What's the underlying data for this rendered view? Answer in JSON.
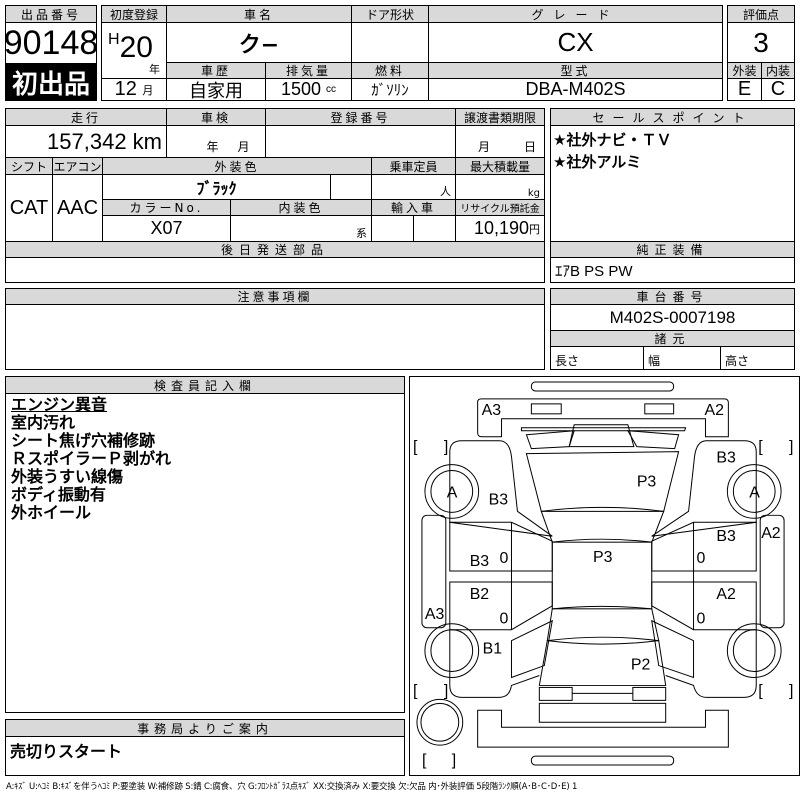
{
  "lot": {
    "label": "出品番号",
    "number": "90148",
    "badge": "初出品"
  },
  "reg": {
    "label": "初度登録",
    "era": "H",
    "year": "20",
    "year_unit": "年",
    "month": "12",
    "month_unit": "月"
  },
  "car_name": {
    "label": "車名",
    "value": "ク−"
  },
  "door": {
    "label": "ドア形状",
    "value": ""
  },
  "grade": {
    "label": "グレード",
    "value": "CX"
  },
  "history": {
    "label": "車歴",
    "value": "自家用"
  },
  "displacement": {
    "label": "排気量",
    "value": "1500",
    "unit": "cc"
  },
  "fuel": {
    "label": "燃料",
    "value": "ｶﾞｿﾘﾝ"
  },
  "model": {
    "label": "型式",
    "value": "DBA-M402S"
  },
  "score": {
    "label": "評価点",
    "value": "3",
    "ext_label": "外装",
    "int_label": "内装",
    "ext": "E",
    "int": "C"
  },
  "mileage": {
    "label": "走行",
    "value": "157,342 km"
  },
  "inspection": {
    "label": "車検",
    "year_unit": "年",
    "month_unit": "月"
  },
  "plate": {
    "label": "登録番号"
  },
  "transfer": {
    "label": "譲渡書類期限",
    "month_unit": "月",
    "day_unit": "日"
  },
  "shift": {
    "label": "シフト",
    "value": "CAT"
  },
  "ac": {
    "label": "エアコン",
    "value": "AAC"
  },
  "ext_color": {
    "label": "外装色",
    "value": "ﾌﾞﾗｯｸ"
  },
  "capacity": {
    "label": "乗車定員",
    "unit": "人"
  },
  "load": {
    "label": "最大積載量",
    "unit": "kg"
  },
  "color_no": {
    "label": "カラーNo.",
    "value": "X07"
  },
  "int_color": {
    "label": "内装色",
    "unit": "系"
  },
  "import": {
    "label": "輸入車"
  },
  "recycle": {
    "label": "リサイクル預託金",
    "value": "10,190",
    "unit": "円"
  },
  "later_parts": {
    "label": "後日発送部品"
  },
  "sales": {
    "label": "セールスポイント",
    "items": [
      "★社外ナビ・ＴＶ",
      "★社外アルミ"
    ]
  },
  "equipment": {
    "label": "純正装備",
    "value": "ｴｱB PS PW"
  },
  "notes": {
    "label": "注意事項欄"
  },
  "chassis": {
    "label": "車台番号",
    "value": "M402S-0007198",
    "spec_label": "諸元",
    "length": "長さ",
    "width": "幅",
    "height": "高さ"
  },
  "inspector": {
    "label": "検査員記入欄",
    "lines": [
      "エンジン異音",
      "室内汚れ",
      "シート焦げ穴補修跡",
      "ＲスポイラーＰ剥がれ",
      "外装うすい線傷",
      "ボディ振動有",
      "外ホイール"
    ]
  },
  "office": {
    "label": "事務局よりご案内",
    "value": "売切りスタート"
  },
  "diagram": {
    "marks": [
      "A3",
      "A2",
      "B3",
      "A",
      "A",
      "B3",
      "P3",
      "P3",
      "B3",
      "B3",
      "A2",
      "B2",
      "A2",
      "A3",
      "B1",
      "P2",
      "0",
      "0",
      "0",
      "0"
    ]
  },
  "legend": "A:ｷｽﾞ U:ﾍｺﾐ B:ｷｽﾞを伴うﾍｺﾐ P:要塗装 W:補修跡 S:錆 C:腐食、穴 G:ﾌﾛﾝﾄｶﾞﾗｽ点ｷｽﾞ XX:交換済み X:要交換 欠:欠品 内･外装評価 5段階ﾗﾝｸ順(A･B･C･D･E) 1"
}
